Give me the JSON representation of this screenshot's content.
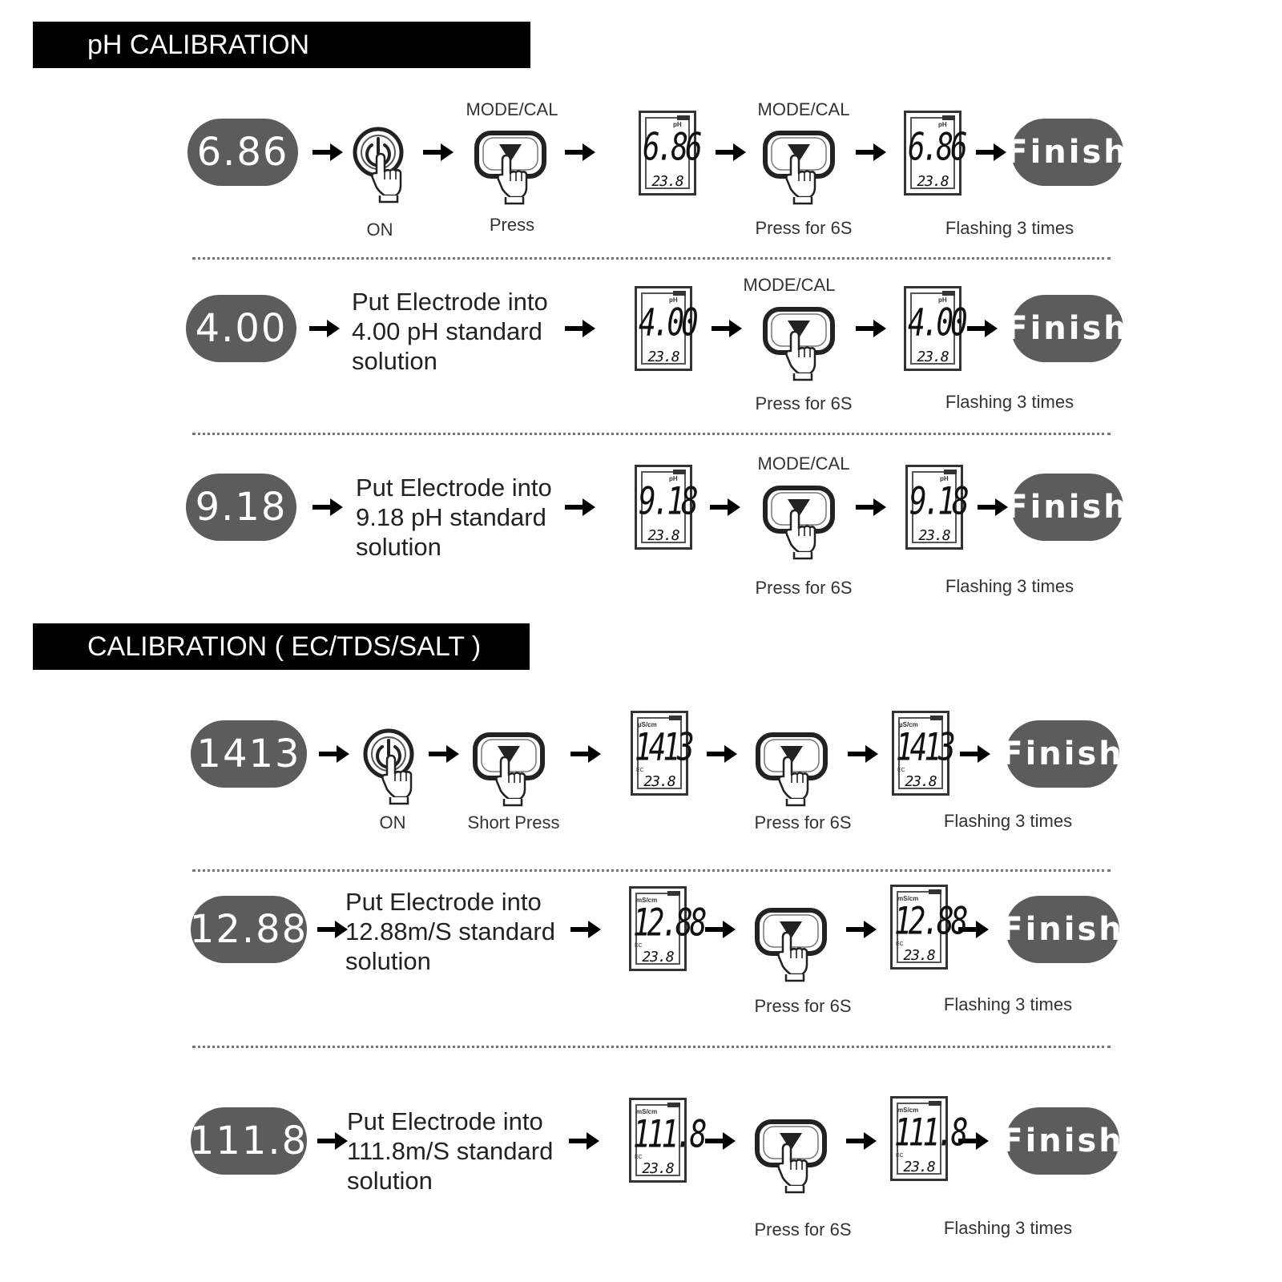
{
  "ph_section": {
    "title": "pH CALIBRATION",
    "rows": [
      {
        "value": "6.86",
        "step_labels": {
          "power": "ON",
          "press": "Press",
          "mode_top_1": "MODE/CAL",
          "mode_top_2": "MODE/CAL",
          "hold": "Press for 6S",
          "flash": "Flashing 3 times"
        },
        "lcd": {
          "reading": "6.86",
          "temp": "23.8",
          "unit": "pH"
        },
        "finish": "Finish"
      },
      {
        "value": "4.00",
        "instruction": "Put Electrode into\n4.00 pH standard\nsolution",
        "step_labels": {
          "mode_top": "MODE/CAL",
          "hold": "Press for 6S",
          "flash": "Flashing 3 times"
        },
        "lcd": {
          "reading": "4.00",
          "temp": "23.8",
          "unit": "pH"
        },
        "finish": "Finish"
      },
      {
        "value": "9.18",
        "instruction": "Put Electrode into\n9.18 pH standard\nsolution",
        "step_labels": {
          "mode_top": "MODE/CAL",
          "hold": "Press for 6S",
          "flash": "Flashing 3 times"
        },
        "lcd": {
          "reading": "9.18",
          "temp": "23.8",
          "unit": "pH"
        },
        "finish": "Finish"
      }
    ]
  },
  "ec_section": {
    "title": "CALIBRATION ( EC/TDS/SALT )",
    "rows": [
      {
        "value": "1413",
        "step_labels": {
          "power": "ON",
          "press": "Short Press",
          "hold": "Press for 6S",
          "flash": "Flashing 3 times"
        },
        "lcd": {
          "reading": "1413",
          "temp": "23.8",
          "unit": "µS/cm"
        },
        "finish": "Finish"
      },
      {
        "value": "12.88",
        "instruction": "Put Electrode into\n12.88m/S standard\nsolution",
        "step_labels": {
          "hold": "Press for 6S",
          "flash": "Flashing 3 times"
        },
        "lcd": {
          "reading": "12.88",
          "temp": "23.8",
          "unit": "mS/cm"
        },
        "finish": "Finish"
      },
      {
        "value": "111.8",
        "instruction": "Put Electrode into\n111.8m/S standard\nsolution",
        "step_labels": {
          "hold": "Press for 6S",
          "flash": "Flashing 3 times"
        },
        "lcd": {
          "reading": "111.8",
          "temp": "23.8",
          "unit": "mS/cm"
        },
        "finish": "Finish"
      }
    ]
  },
  "icons": {
    "power": "power-button-press-icon",
    "mode": "mode-cal-button-press-icon",
    "arrow": "right-arrow-icon"
  },
  "colors": {
    "banner": "#000000",
    "pill": "#5c5c5c",
    "text": "#222222"
  }
}
